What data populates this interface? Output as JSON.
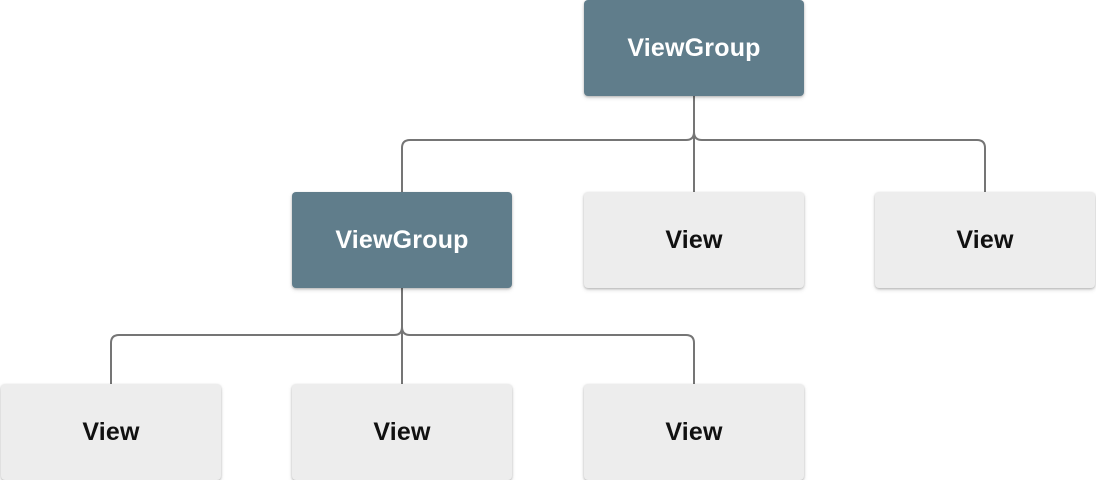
{
  "diagram": {
    "type": "tree",
    "description": "view-hierarchy-tree",
    "nodes": {
      "root": {
        "label": "ViewGroup",
        "kind": "viewgroup"
      },
      "child1": {
        "label": "ViewGroup",
        "kind": "viewgroup"
      },
      "child2": {
        "label": "View",
        "kind": "view"
      },
      "child3": {
        "label": "View",
        "kind": "view"
      },
      "grandchild1": {
        "label": "View",
        "kind": "view"
      },
      "grandchild2": {
        "label": "View",
        "kind": "view"
      },
      "grandchild3": {
        "label": "View",
        "kind": "view"
      }
    },
    "edges": [
      [
        "root",
        "child1"
      ],
      [
        "root",
        "child2"
      ],
      [
        "root",
        "child3"
      ],
      [
        "child1",
        "grandchild1"
      ],
      [
        "child1",
        "grandchild2"
      ],
      [
        "child1",
        "grandchild3"
      ]
    ],
    "colors": {
      "group_fill": "#607d8b",
      "group_text": "#ffffff",
      "leaf_fill": "#ededed",
      "leaf_text": "#111111",
      "connector": "#757575"
    }
  }
}
